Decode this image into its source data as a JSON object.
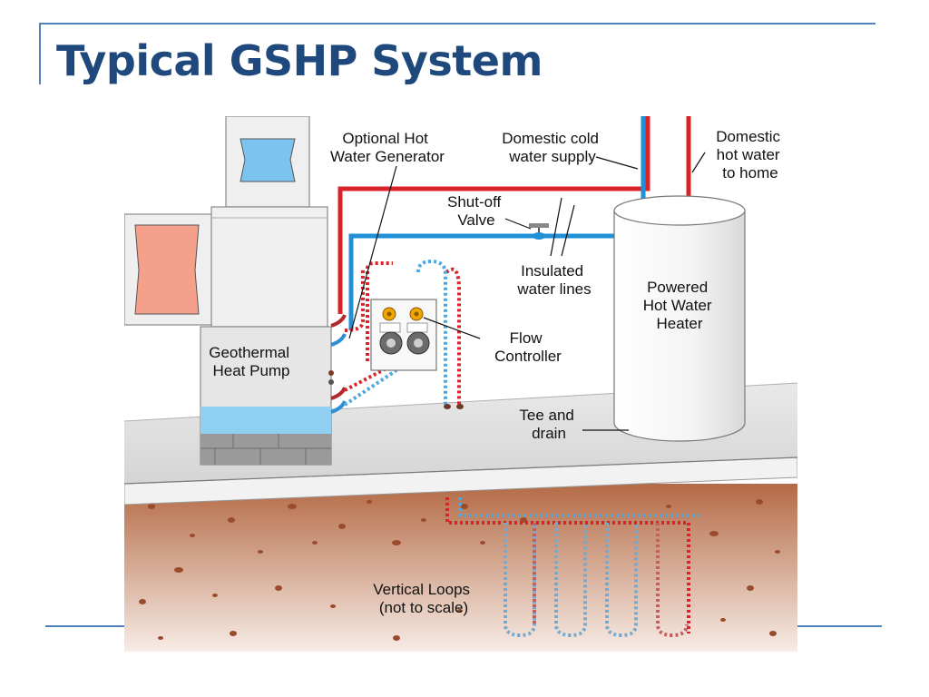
{
  "slide": {
    "title": "Typical GSHP System"
  },
  "diagram": {
    "labels": {
      "hot_water_generator": [
        "Optional Hot",
        "Water Generator"
      ],
      "cold_supply": [
        "Domestic cold",
        "water supply"
      ],
      "hot_to_home": [
        "Domestic",
        "hot water",
        "to home"
      ],
      "shutoff_valve": [
        "Shut-off",
        "Valve"
      ],
      "insulated_lines": [
        "Insulated",
        "water lines"
      ],
      "water_heater": [
        "Powered",
        "Hot Water",
        "Heater"
      ],
      "heat_pump": [
        "Geothermal",
        "Heat Pump"
      ],
      "flow_controller": [
        "Flow",
        "Controller"
      ],
      "tee_drain": [
        "Tee and",
        "drain"
      ],
      "vertical_loops": [
        "Vertical Loops",
        "(not to scale)"
      ]
    },
    "colors": {
      "hot_line": "#d8232a",
      "cold_line": "#1f8fd6",
      "soil": "#b8714d",
      "title": "#1f497d",
      "accent_rule": "#4f81bd"
    }
  }
}
